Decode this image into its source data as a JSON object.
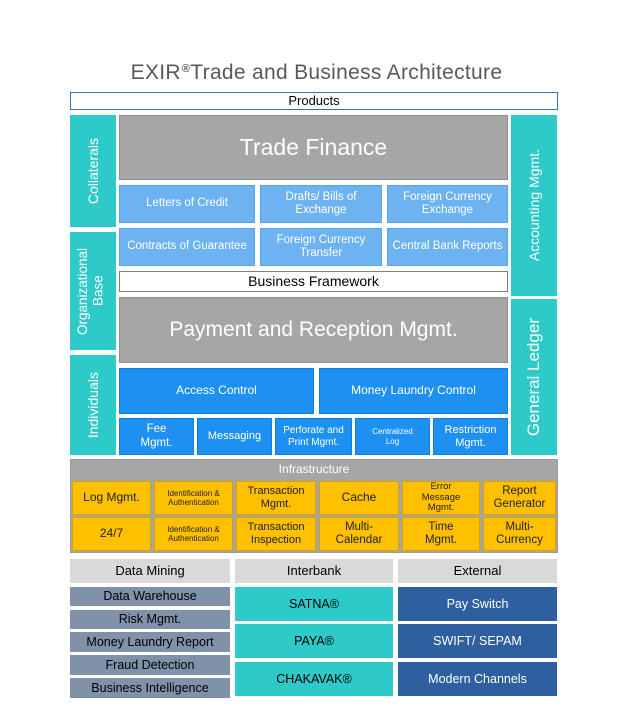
{
  "title": "EXIR",
  "title_mark": "®",
  "title_rest": " Trade and Business Architecture",
  "products": "Products",
  "left_sidebar": [
    "Collaterals",
    "Organizational Base",
    "Individuals"
  ],
  "right_sidebar": [
    "Accounting Mgmt.",
    "General Ledger"
  ],
  "trade_finance": {
    "header": "Trade Finance",
    "row1": [
      "Letters of Credit",
      "Drafts/ Bills of Exchange",
      "Foreign Currency Exchange"
    ],
    "row2": [
      "Contracts of Guarantee",
      "Foreign Currency Transfer",
      "Central Bank Reports"
    ]
  },
  "business_framework": "Business Framework",
  "payment": {
    "header": "Payment and Reception Mgmt.",
    "row1": [
      "Access Control",
      "Money Laundry Control"
    ],
    "row2": [
      "Fee Mgmt.",
      "Messaging",
      "Perforate and Print Mgmt.",
      "Centralized Log",
      "Restriction Mgmt."
    ]
  },
  "infrastructure": {
    "header": "Infrastructure",
    "row1": [
      "Log Mgmt.",
      "Identification & Authentication",
      "Transaction Mgmt.",
      "Cache",
      "Error Message Mgmt.",
      "Report Generator"
    ],
    "row2": [
      "24/7",
      "Identification & Authentication",
      "Transaction Inspection",
      "Multi-Calendar",
      "Time Mgmt.",
      "Multi-Currency"
    ]
  },
  "data_mining": {
    "header": "Data Mining",
    "items": [
      "Data Warehouse",
      "Risk Mgmt.",
      "Money Laundry Report",
      "Fraud Detection",
      "Business Intelligence"
    ]
  },
  "interbank": {
    "header": "Interbank",
    "items": [
      "SATNA®",
      "PAYA®",
      "CHAKAVAK®"
    ]
  },
  "external": {
    "header": "External",
    "items": [
      "Pay Switch",
      "SWIFT/ SEPAM",
      "Modern Channels"
    ]
  },
  "colors": {
    "teal": "#2ec9c9",
    "gray": "#a6a6a6",
    "light_blue": "#6db3f2",
    "mid_blue": "#1e90f2",
    "yellow": "#ffc000",
    "slate": "#7f92aa",
    "navy": "#2e5f9e"
  }
}
